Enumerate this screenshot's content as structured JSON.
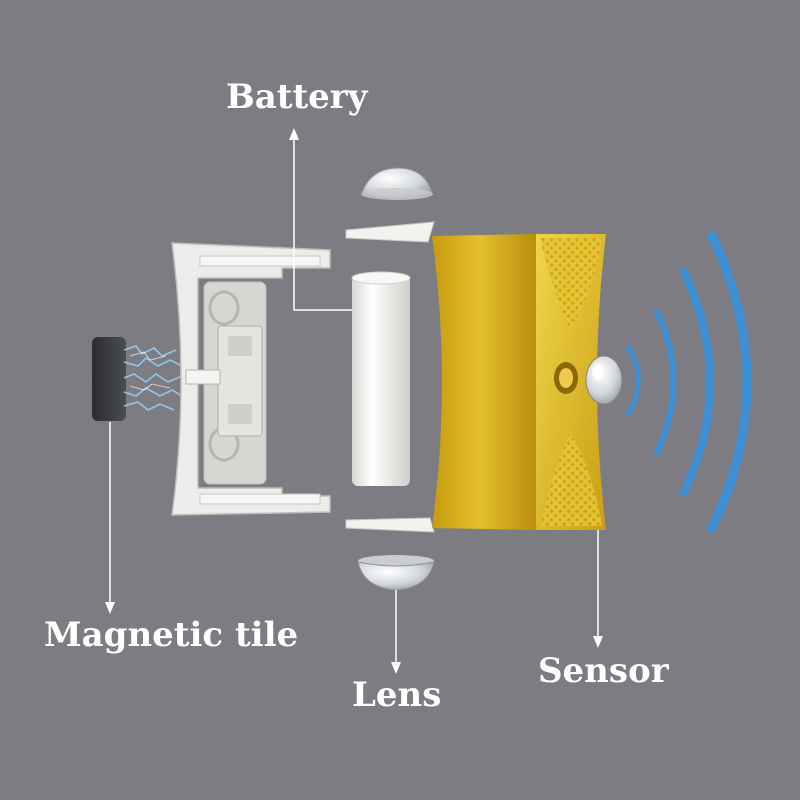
{
  "labels": {
    "battery": "Battery",
    "magnetic_tile": "Magnetic tile",
    "lens": "Lens",
    "sensor": "Sensor"
  },
  "colors": {
    "background": "#7c7c82",
    "label_text": "#ffffff",
    "sensor_body": "#d9b21e",
    "signal_waves": "#3d8fd6",
    "housing": "#ececea"
  }
}
